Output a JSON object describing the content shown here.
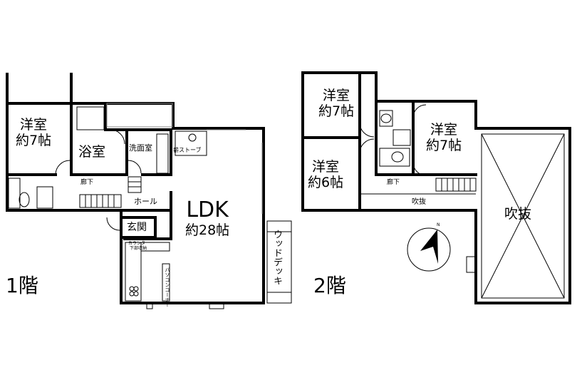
{
  "floor1": {
    "floor_label": "1階",
    "rooms": {
      "western": {
        "name": "洋室",
        "size": "約7帖"
      },
      "bath": "浴室",
      "washroom": "洗面室",
      "stove": "薪ストーブ",
      "corridor": "廊下",
      "hall": "ホール",
      "entrance": "玄関",
      "ldk": {
        "name": "LDK",
        "size": "約28帖"
      },
      "counter": "カウンター",
      "counter_sub": "下部収納",
      "pc_corner": "パソコンコーナー",
      "deck": "ウッドデッキ"
    }
  },
  "floor2": {
    "floor_label": "2階",
    "rooms": {
      "western_a": {
        "name": "洋室",
        "size": "約7帖"
      },
      "western_b": {
        "name": "洋室",
        "size": "約6帖"
      },
      "western_c": {
        "name": "洋室",
        "size": "約7帖"
      },
      "corridor": "廊下",
      "void_small": "吹抜",
      "void_large": "吹抜"
    }
  },
  "compass": {
    "label": "N"
  }
}
